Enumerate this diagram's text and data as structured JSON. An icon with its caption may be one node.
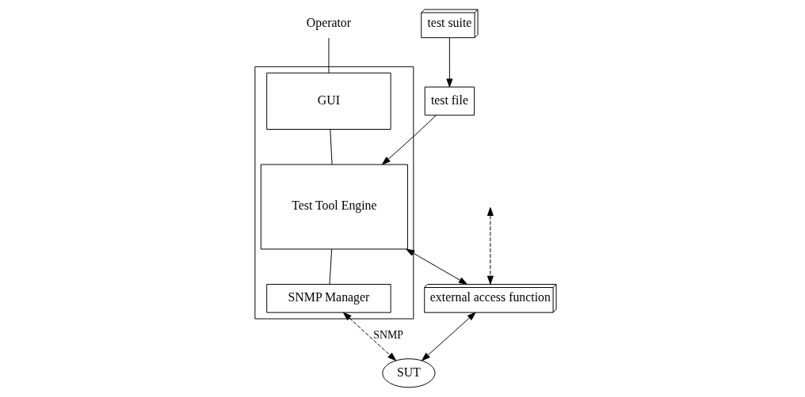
{
  "diagram": {
    "nodes": [
      {
        "text": [
          "Operator"
        ]
      },
      {
        "text": [
          "test suite"
        ]
      },
      {
        "text": [],
        "shape": "box"
      },
      {
        "text": [
          "GUI"
        ],
        "in": 2
      },
      {
        "text": [
          "Test Tool Engine"
        ],
        "in": 2
      },
      {
        "text": [
          "SNMP Manager"
        ],
        "in": 2
      },
      {
        "text": [
          "test file"
        ]
      },
      {
        "text": [
          "external access function"
        ]
      },
      {
        "text": [
          "SUT"
        ]
      }
    ],
    "edges": [
      {
        "from": 0,
        "to": 3,
        "arrow": "none"
      },
      {
        "from": 1,
        "to": 6,
        "arrow": "to"
      },
      {
        "from": 3,
        "to": 4,
        "arrow": "none"
      },
      {
        "from": 4,
        "to": 5,
        "arrow": "none"
      },
      {
        "from": 6,
        "to": 4,
        "arrow": "to"
      },
      {
        "from": 4,
        "to": 7,
        "arrow": "both"
      },
      {
        "from": null,
        "to": 7,
        "arrow": "both",
        "style": "dashed"
      },
      {
        "from": 5,
        "to": 8,
        "arrow": "both",
        "style": "dashed",
        "label": "SNMP"
      },
      {
        "from": 7,
        "to": 8,
        "arrow": "both"
      }
    ]
  }
}
